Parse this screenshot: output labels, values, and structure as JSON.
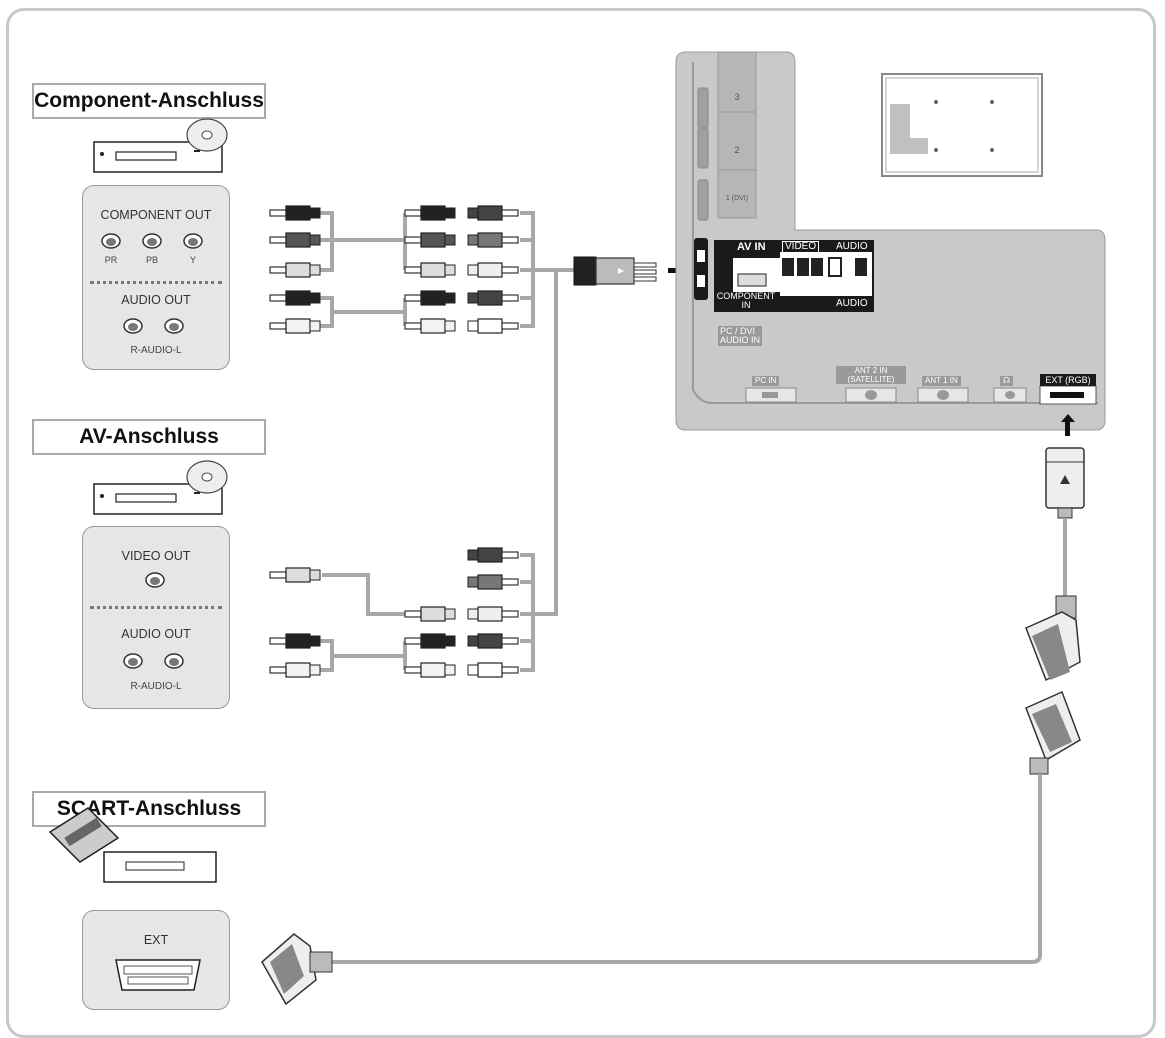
{
  "sections": {
    "component": {
      "title": "Component-Anschluss"
    },
    "av": {
      "title": "AV-Anschluss"
    },
    "scart": {
      "title": "SCART-Anschluss"
    }
  },
  "component_panel": {
    "component_out": "COMPONENT OUT",
    "jacks": [
      "PR",
      "PB",
      "Y"
    ],
    "audio_out": "AUDIO OUT",
    "audio_jacks": "R-AUDIO-L"
  },
  "av_panel": {
    "video_out": "VIDEO OUT",
    "audio_out": "AUDIO OUT",
    "audio_jacks": "R-AUDIO-L"
  },
  "scart_panel": {
    "ext": "EXT"
  },
  "tv": {
    "hdmi_ports": [
      "3",
      "2",
      "1 (DVI)"
    ],
    "av_in": "AV IN",
    "video": "VIDEO",
    "audio_lr": "AUDIO",
    "component_in_1": "COMPONENT",
    "component_in_2": "IN",
    "pc_dvi_audio_in_1": "PC / DVI",
    "pc_dvi_audio_in_2": "AUDIO IN",
    "pc_in": "PC IN",
    "ant2_in_1": "ANT 2 IN",
    "ant2_in_2": "(SATELLITE)",
    "ant1_in": "ANT 1 IN",
    "ext_rgb": "EXT (RGB)"
  }
}
